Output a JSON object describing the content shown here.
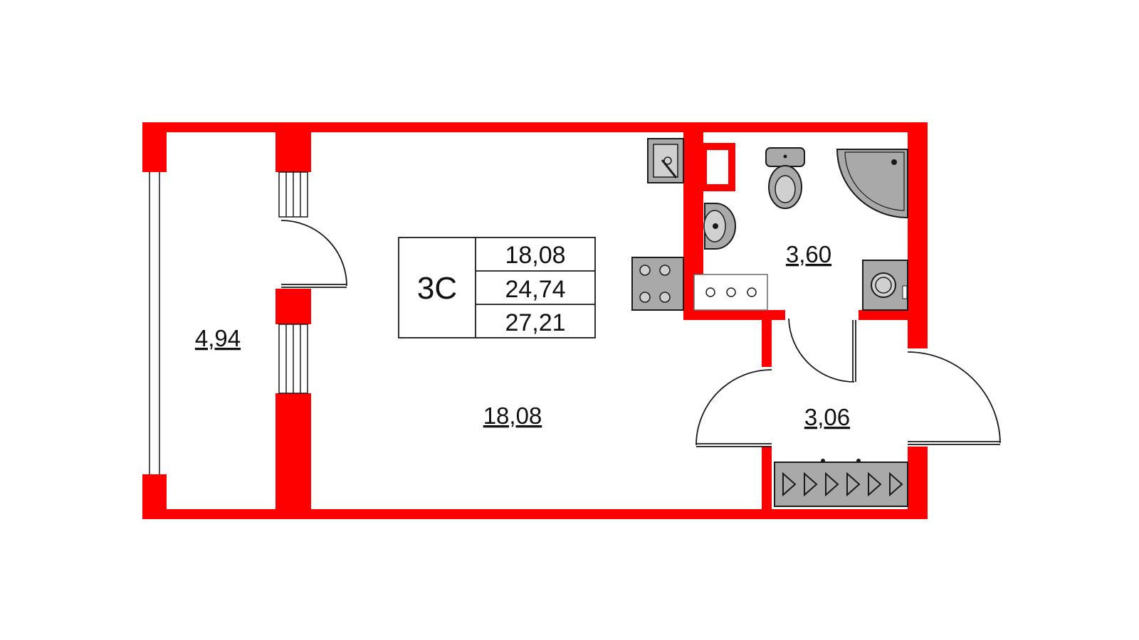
{
  "plan": {
    "wall_color": "#ff0000",
    "fixture_color": "#a9a9a9",
    "line_color": "#1a1a1a"
  },
  "info_box": {
    "type": "3С",
    "living_area": "18,08",
    "total_area": "24,74",
    "total_area_with_balcony": "27,21"
  },
  "rooms": {
    "balcony": {
      "area": "4,94"
    },
    "living_room": {
      "area": "18,08"
    },
    "bathroom": {
      "area": "3,60"
    },
    "hallway": {
      "area": "3,06"
    }
  },
  "fixtures": [
    "sink-icon",
    "stove-icon",
    "toilet-icon",
    "shower-icon",
    "washbasin-icon",
    "washing-machine-icon",
    "wardrobe-icon",
    "shelf-icon"
  ]
}
